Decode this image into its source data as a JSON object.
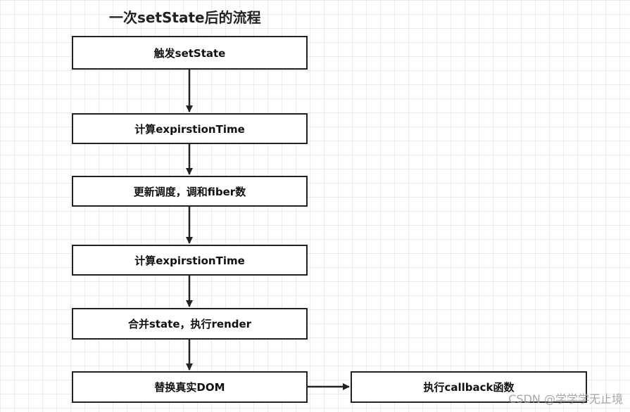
{
  "title": "一次setState后的流程",
  "steps": {
    "s1": "触发setState",
    "s2": "计算expirstionTime",
    "s3": "更新调度，调和fiber数",
    "s4": "计算expirstionTime",
    "s5": "合并state，执行render",
    "s6": "替换真实DOM",
    "s7": "执行callback函数"
  },
  "watermark": "CSDN @学学学无止境"
}
